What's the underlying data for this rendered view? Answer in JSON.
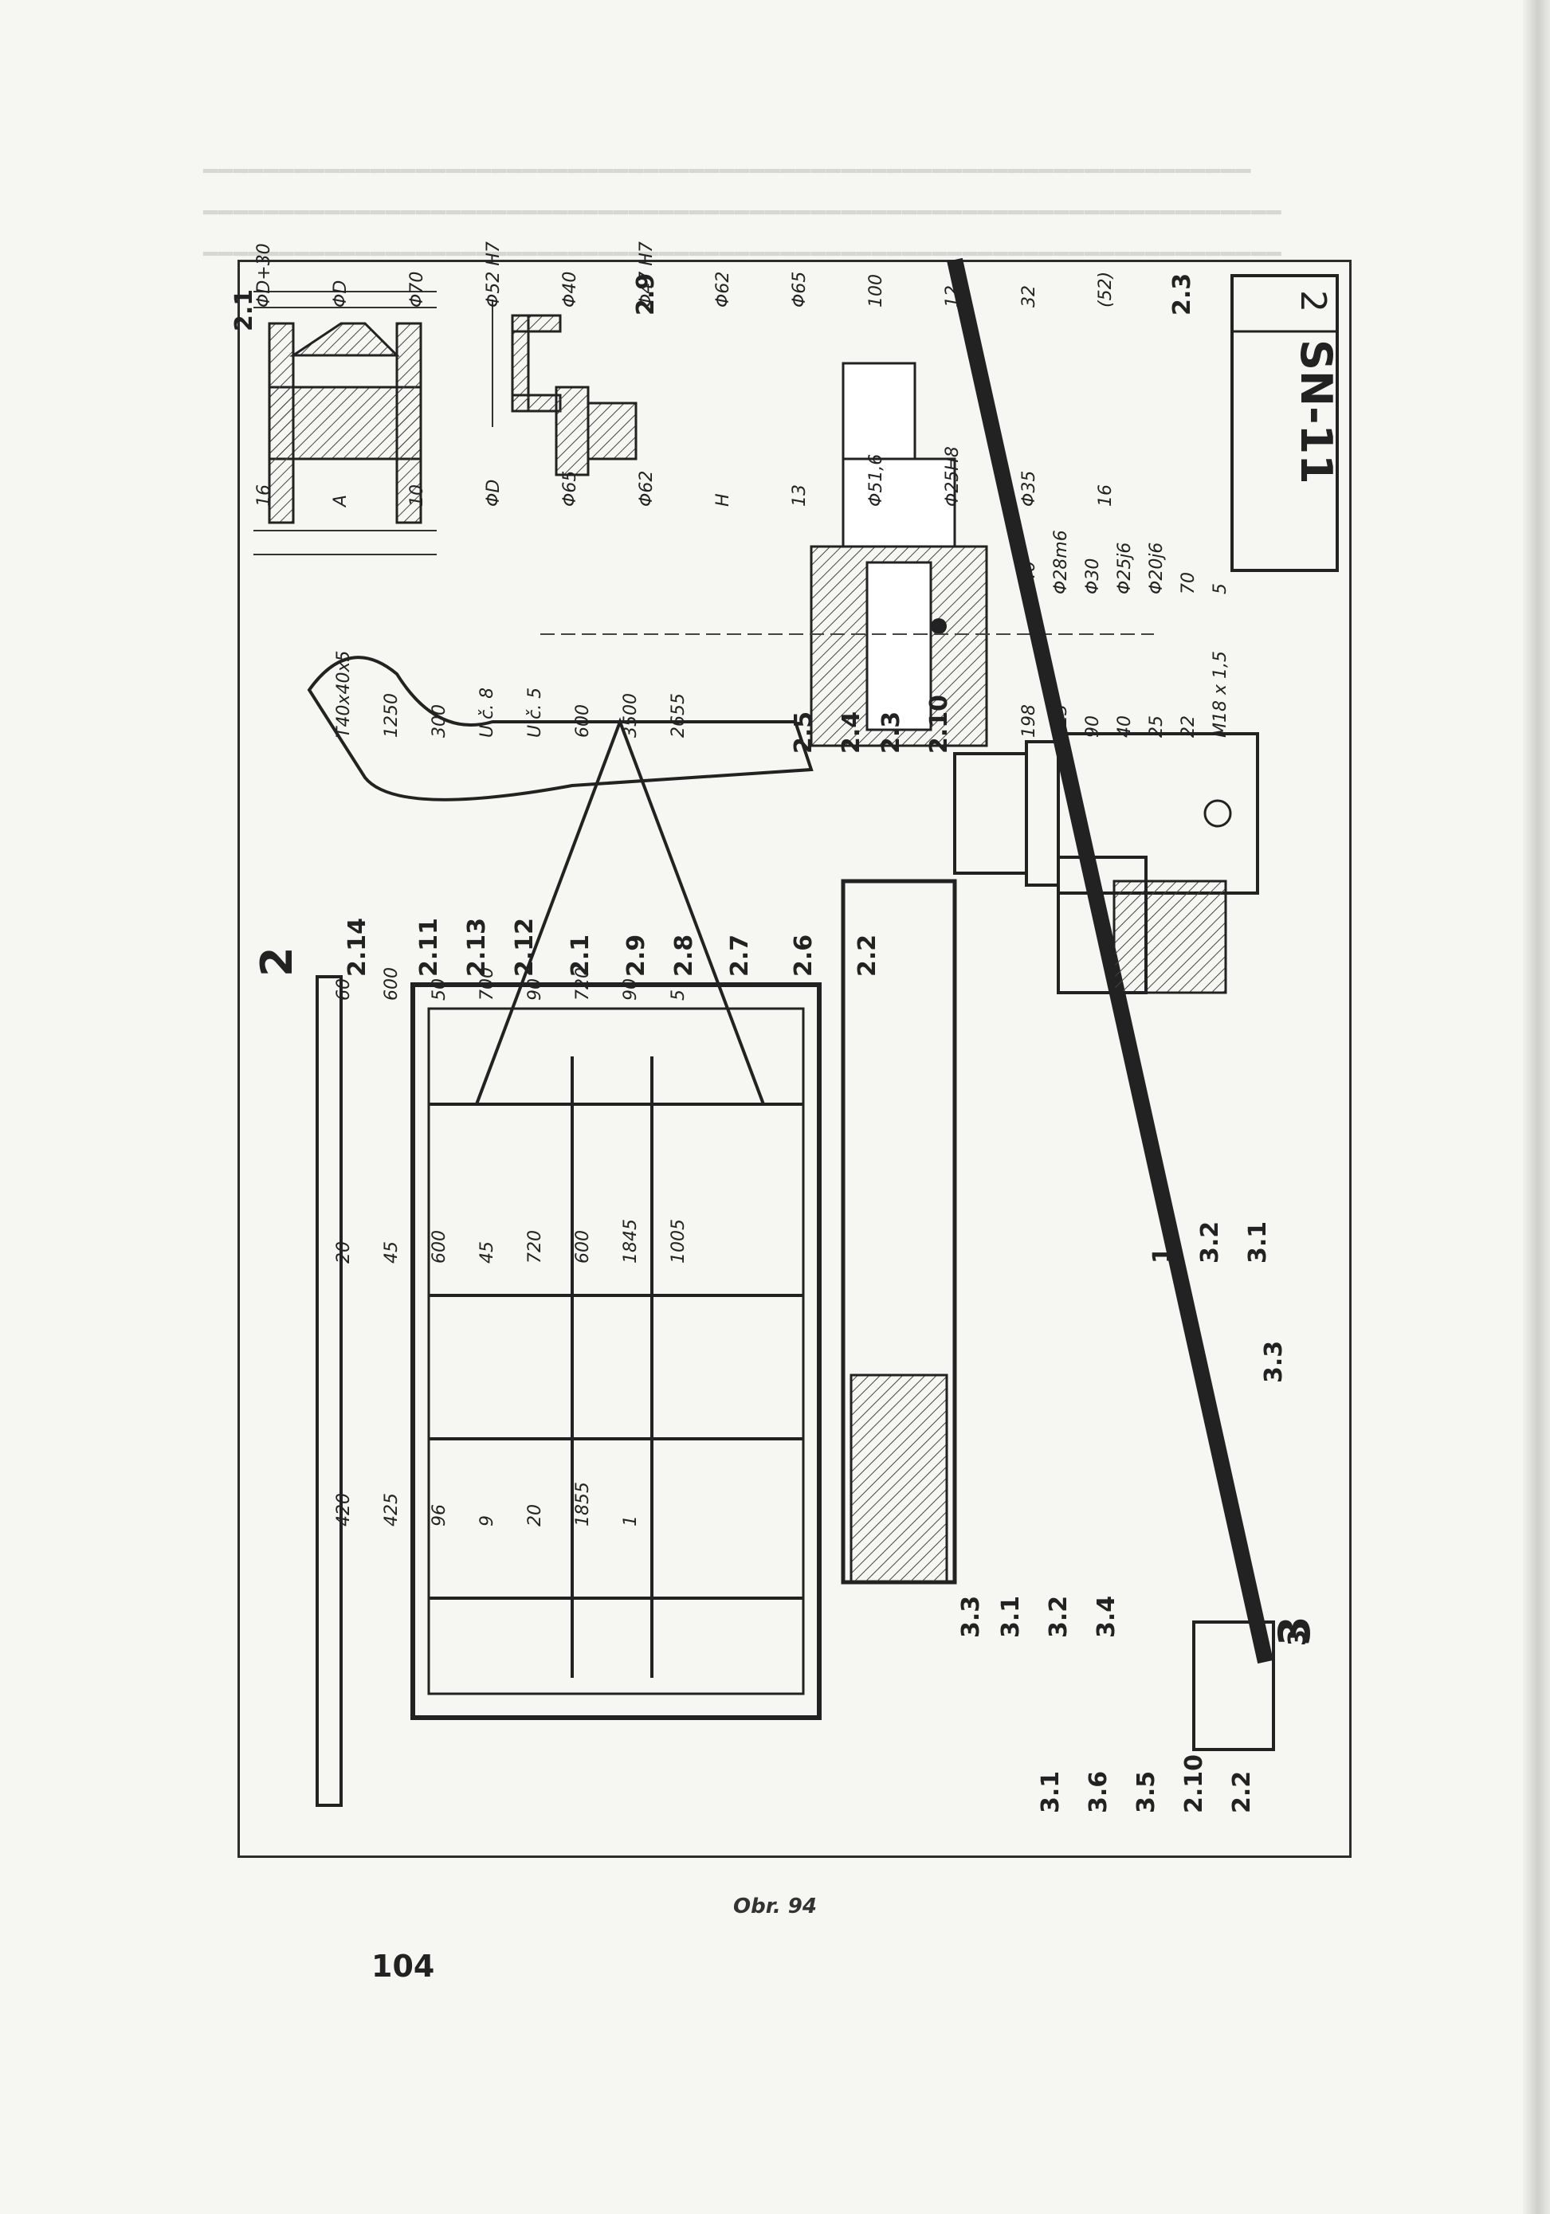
{
  "drawing": {
    "sheet_code": "SN-11",
    "sheet_number": "2",
    "top_row_labels": [
      "2.1",
      "2.9",
      "2.3"
    ],
    "detail_labels": [
      "2",
      "3"
    ],
    "part_labels_assembly_2": [
      "2.14",
      "2.11",
      "2.13",
      "2.12",
      "2.1",
      "2.9",
      "2.8",
      "2.7",
      "2.6",
      "2.2",
      "2.5",
      "2.4",
      "2.3",
      "2.10"
    ],
    "part_labels_assembly_3": [
      "3.1",
      "3.6",
      "3.5",
      "2.10",
      "2.2",
      "3.4",
      "3.2",
      "3.1",
      "3.3",
      "3.3",
      "3.1",
      "3.2",
      "1",
      "3"
    ],
    "dimensions_top": [
      "ΦD+30",
      "ΦD",
      "Φ70",
      "Φ52 H7",
      "Φ40",
      "Φ47 H7",
      "Φ62",
      "Φ65",
      "100",
      "12",
      "32",
      "(52)",
      "16",
      "A",
      "10",
      "ΦD",
      "Φ65",
      "Φ62",
      "H",
      "13",
      "Φ51,6",
      "Φ25H8",
      "Φ35",
      "16"
    ],
    "dimensions_mid": [
      "140",
      "Φ28m6",
      "Φ30",
      "Φ25j6",
      "Φ20j6",
      "70",
      "5",
      "198",
      "123",
      "90",
      "40",
      "25",
      "22",
      "M18 x 1,5"
    ],
    "dimensions_frame": [
      "T40x40x5",
      "1250",
      "300",
      "U č. 8",
      "U č. 5",
      "600",
      "3500",
      "2655",
      "60",
      "600",
      "50",
      "700",
      "90",
      "720",
      "90",
      "5",
      "20",
      "45",
      "600",
      "45",
      "720",
      "600",
      "1845",
      "1005",
      "420",
      "425",
      "96",
      "9",
      "20",
      "1855",
      "1"
    ]
  },
  "caption": "Obr. 94",
  "page_number": "104"
}
